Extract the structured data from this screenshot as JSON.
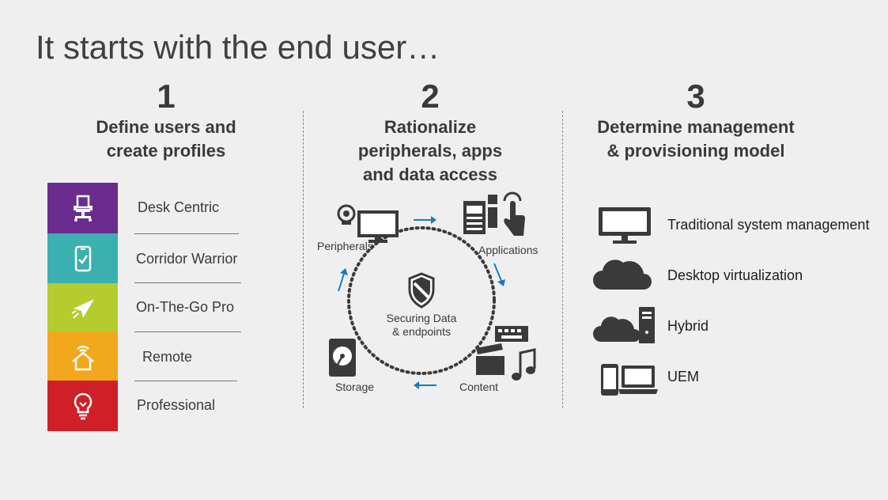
{
  "title": "It starts with the end user…",
  "columns": [
    {
      "number": "1",
      "heading_line1": "Define users and",
      "heading_line2": "create profiles"
    },
    {
      "number": "2",
      "heading_line1": "Rationalize",
      "heading_line2": "peripherals, apps",
      "heading_line3": "and data access"
    },
    {
      "number": "3",
      "heading_line1": "Determine management",
      "heading_line2": "& provisioning model"
    }
  ],
  "profiles": [
    {
      "label": "Desk Centric",
      "color": "#6b2c8f",
      "icon": "desk-chair-icon"
    },
    {
      "label": "Corridor Warrior",
      "color": "#3ab0b0",
      "icon": "mobile-device-icon"
    },
    {
      "label": "On-The-Go Pro",
      "color": "#b4cc2e",
      "icon": "airplane-icon"
    },
    {
      "label": "Remote",
      "color": "#f2a81c",
      "icon": "home-wifi-icon"
    },
    {
      "label": "Professional",
      "color": "#cf2027",
      "icon": "lightbulb-icon"
    }
  ],
  "cycle": {
    "center_line1": "Securing Data",
    "center_line2": "& endpoints",
    "peripherals": "Peripherals",
    "applications": "Applications",
    "content": "Content",
    "storage": "Storage",
    "arrow_color": "#1a7abf"
  },
  "models": [
    {
      "label": "Traditional system management",
      "icon": "monitor-icon"
    },
    {
      "label": "Desktop virtualization",
      "icon": "cloud-icon"
    },
    {
      "label": "Hybrid",
      "icon": "cloud-server-icon"
    },
    {
      "label": "UEM",
      "icon": "phone-laptop-icon"
    }
  ]
}
